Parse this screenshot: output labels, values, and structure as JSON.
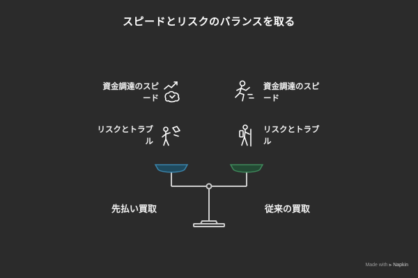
{
  "title": "スピードとリスクのバランスを取る",
  "left": {
    "factor_speed": [
      "資金調達のスピ",
      "ード"
    ],
    "factor_risk": [
      "リスクとトラブ",
      "ル"
    ],
    "option": "先払い買取",
    "pan_color": "#3b86ad"
  },
  "right": {
    "factor_speed": [
      "資金調達のスピ",
      "ード"
    ],
    "factor_risk": [
      "リスクとトラブ",
      "ル"
    ],
    "option": "従来の買取",
    "pan_color": "#3f8a5c"
  },
  "watermark": {
    "made_with": "Made with",
    "brand": "Napkin"
  }
}
